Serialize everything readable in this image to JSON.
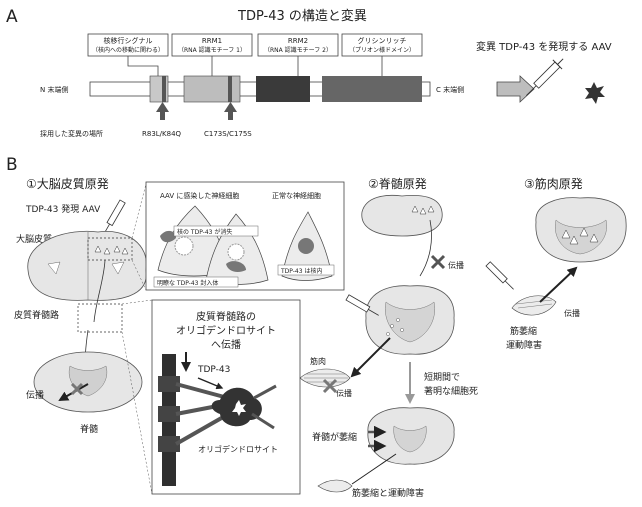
{
  "panel_a": {
    "letter": "A",
    "title": "TDP-43 の構造と変異",
    "domains": [
      {
        "label1": "核移行シグナル",
        "label2": "（核内への移動に関わる）"
      },
      {
        "label1": "RRM1",
        "label2": "（RNA 認識モチーフ 1）"
      },
      {
        "label1": "RRM2",
        "label2": "（RNA 認識モチーフ 2）"
      },
      {
        "label1": "グリシンリッチ",
        "label2": "（プリオン様ドメイン）"
      }
    ],
    "n_term": "N 末端側",
    "c_term": "C 末端側",
    "mutation_caption": "採用した変異の場所",
    "mutation1": "R83L/K84Q",
    "mutation2": "C173S/C175S",
    "aav_label": "変異 TDP-43 を発現する AAV"
  },
  "panel_b": {
    "letter": "B",
    "sec1_title": "①大脳皮質原発",
    "sec2_title": "②脊髄原発",
    "sec3_title": "③筋肉原発",
    "aav_label": "TDP-43 発現 AAV",
    "cortex": "大脳皮質",
    "tract": "皮質脊髄路",
    "propagation": "伝播",
    "spinal_cord": "脊髄",
    "infected_neuron": "AAV に感染した神経細胞",
    "normal_neuron": "正常な神経細胞",
    "nuclear_loss": "核の TDP-43 が消失",
    "inclusion": "明瞭な TDP-43 封入体",
    "tdp_nuclear": "TDP-43 は核内",
    "oligo_box_title1": "皮質脊髄路の",
    "oligo_box_title2": "オリゴデンドロサイト",
    "oligo_box_title3": "へ伝播",
    "tdp43": "TDP-43",
    "oligodendrocyte": "オリゴデンドロサイト",
    "muscle": "筋肉",
    "short_time1": "短期間で",
    "short_time2": "著明な細胞死",
    "atrophy": "脊髄が萎縮",
    "amyotrophy_motor": "筋萎縮と運動障害",
    "amyotrophy": "筋萎縮",
    "motor_disorder": "運動障害"
  }
}
